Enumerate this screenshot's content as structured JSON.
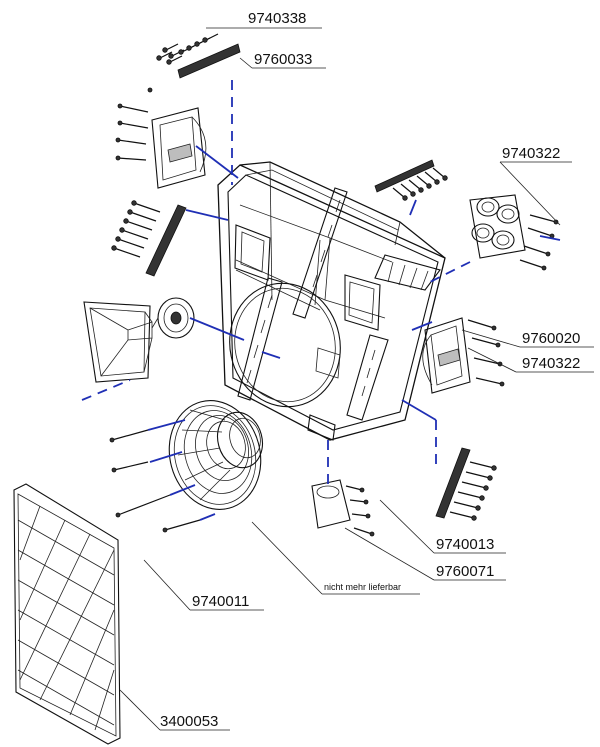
{
  "labels": {
    "p9740338": "9740338",
    "p9760033": "9760033",
    "p9740322_top": "9740322",
    "p9760020": "9760020",
    "p9740322_mid": "9740322",
    "p9740013": "9740013",
    "p9760071": "9760071",
    "p9740011": "9740011",
    "p3400053": "3400053",
    "not_available": "nicht mehr lieferbar"
  }
}
